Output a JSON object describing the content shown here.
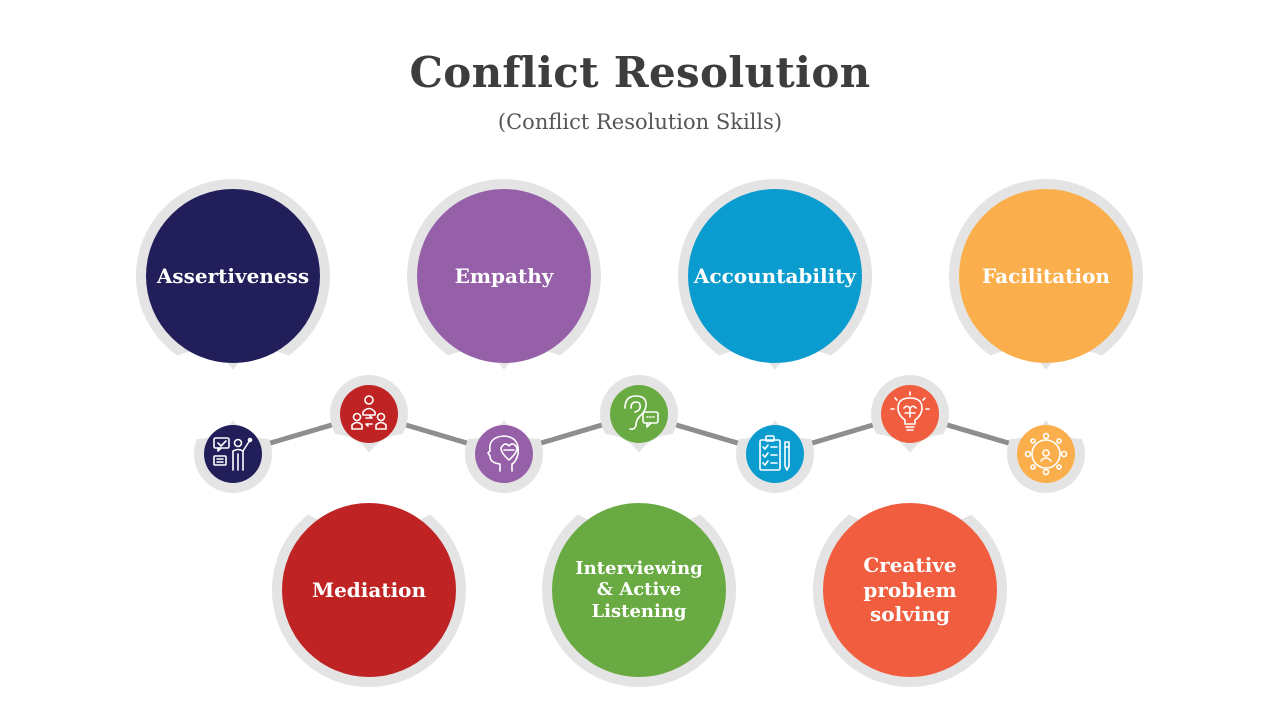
{
  "header": {
    "title": "Conflict Resolution",
    "subtitle": "(Conflict Resolution Skills)"
  },
  "nodes": [
    {
      "label": "Assertiveness",
      "color": "#211e5a",
      "icon": "negotiation-icon"
    },
    {
      "label": "Mediation",
      "color": "#bf2323",
      "icon": "mediation-people-icon"
    },
    {
      "label": "Empathy",
      "color": "#9660a9",
      "icon": "head-heart-icon"
    },
    {
      "label": "Interviewing & Active Listening",
      "color": "#69ab42",
      "icon": "ear-speech-icon"
    },
    {
      "label": "Accountability",
      "color": "#0b9ccf",
      "icon": "clipboard-checklist-icon"
    },
    {
      "label": "Creative problem solving",
      "color": "#f05d3f",
      "icon": "lightbulb-brain-icon"
    },
    {
      "label": "Facilitation",
      "color": "#fbaf4c",
      "icon": "team-network-icon"
    }
  ]
}
